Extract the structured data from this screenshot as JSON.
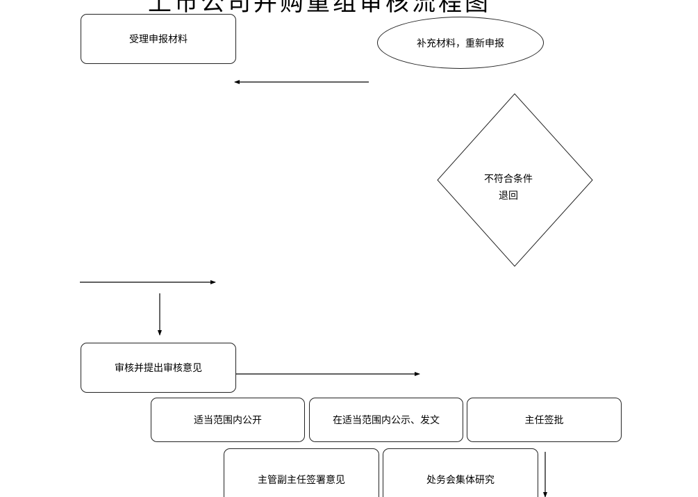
{
  "title": "上市公司并购重组审核流程图",
  "nodes": {
    "receive": "受理申报材料",
    "supplement": "补充材料，重新申报",
    "reject_line1": "不符合条件",
    "reject_line2": "退回",
    "review": "审核并提出审核意见",
    "public_scope": "适当范围内公开",
    "public_notice": "在适当范围内公示、发文",
    "director_approval": "主任签批",
    "deputy_sign": "主管副主任签署意见",
    "office_meeting": "处务会集体研究"
  }
}
